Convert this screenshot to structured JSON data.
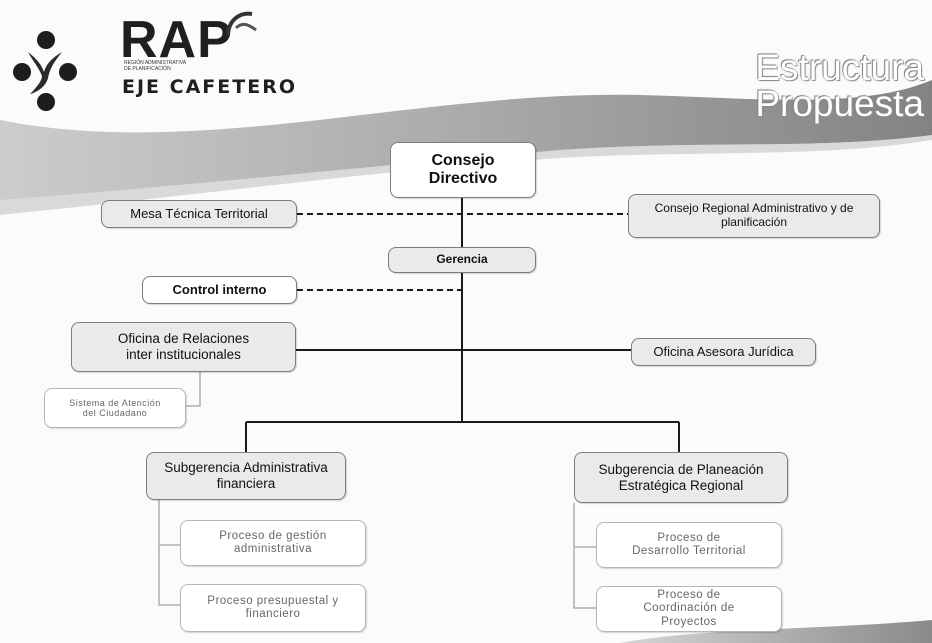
{
  "logo": {
    "name": "RAP",
    "subtitle_lines": [
      "REGIÓN ADMINISTRATIVA",
      "DE PLANIFICACIÓN"
    ],
    "tagline": "EJE CAFETERO"
  },
  "title": {
    "line1": "Estructura",
    "line2": "Propuesta"
  },
  "org": {
    "consejo_directivo": "Consejo Directivo",
    "mesa_tecnica": "Mesa Técnica Territorial",
    "consejo_regional": "Consejo Regional Administrativo y de planificación",
    "gerencia": "Gerencia",
    "control_interno": "Control interno",
    "oficina_relaciones": "Oficina de Relaciones inter institucionales",
    "oficina_juridica": "Oficina Asesora Jurídica",
    "sistema_atencion": "Sistema de Atención del Ciudadano",
    "subgerencia_admin": "Subgerencia Administrativa financiera",
    "subgerencia_planeacion": "Subgerencia de Planeación Estratégica Regional",
    "proceso_gestion": "Proceso de gestión administrativa",
    "proceso_presupuestal": "Proceso presupuestal y financiero",
    "proceso_desarrollo": "Proceso de Desarrollo Territorial",
    "proceso_coordinacion": "Proceso de Coordinación de Proyectos"
  },
  "colors": {
    "wave": "#8a8a8a",
    "box_fill": "#eaeaea",
    "line": "#1a1a1a"
  }
}
